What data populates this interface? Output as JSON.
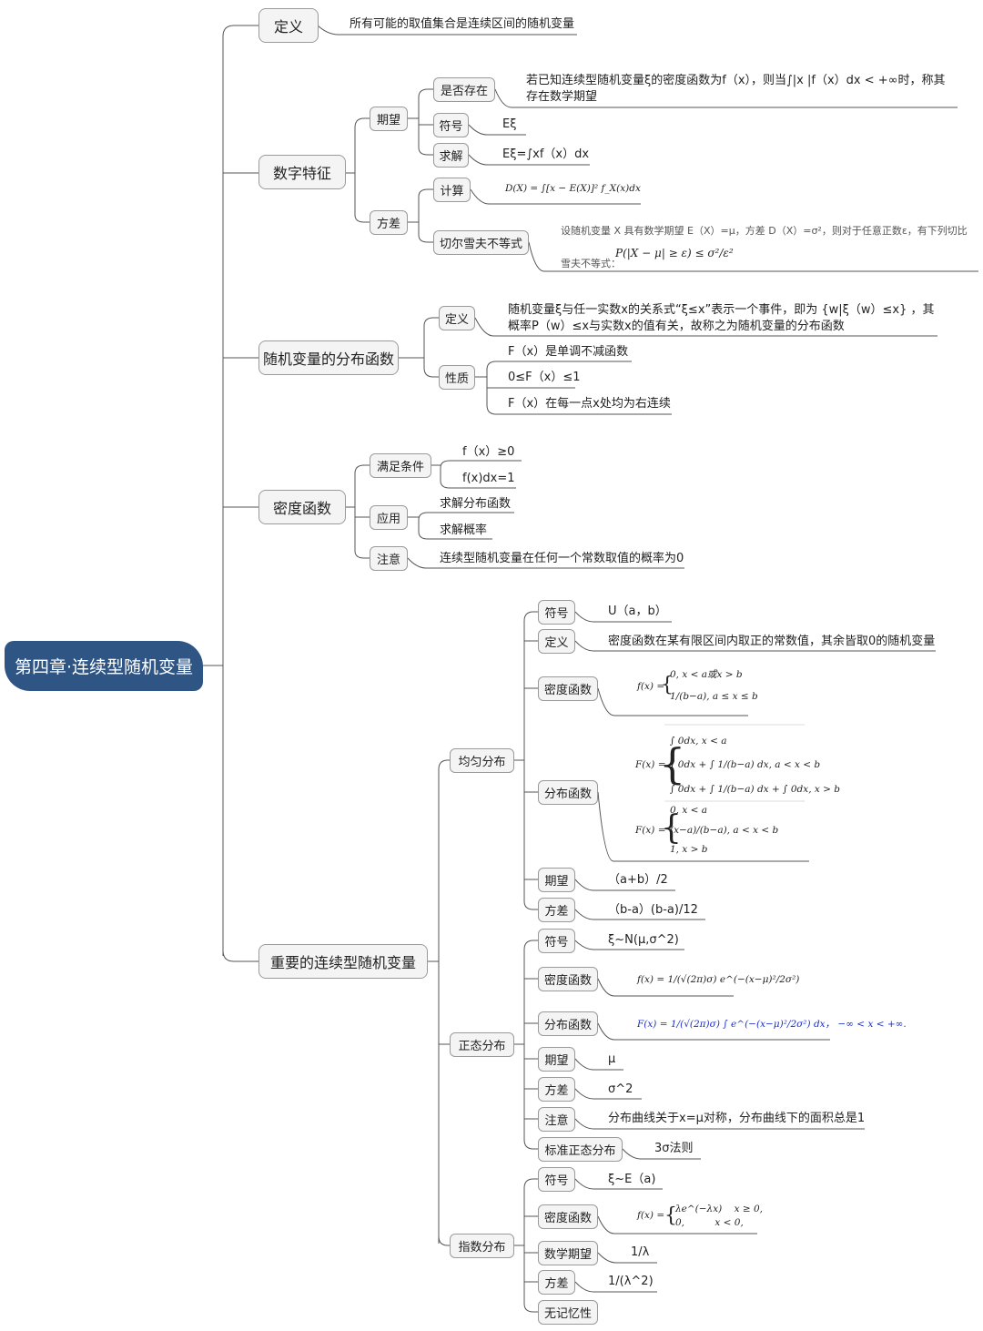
{
  "root": "第四章·连续型随机变量",
  "definition": {
    "label": "定义",
    "text": "所有可能的取值集合是连续区间的随机变量"
  },
  "numeric": {
    "label": "数字特征",
    "expectation": {
      "label": "期望",
      "exists_label": "是否存在",
      "exists_text": "若已知连续型随机变量ξ的密度函数为f（x），则当∫|x |f（x）dx < +∞时，称其存在数学期望",
      "symbol_label": "符号",
      "symbol_value": "Eξ",
      "solve_label": "求解",
      "solve_value": "Eξ=∫xf（x）dx"
    },
    "variance": {
      "label": "方差",
      "calc_label": "计算",
      "calc_formula": "D(X) = ∫[x − E(X)]² f_X(x)dx",
      "cheb_label": "切尔雪夫不等式",
      "cheb_text": "设随机变量 X 具有数学期望 E（X）=μ，方差 D（X）=σ²，则对于任意正数ε，有下列切比雪夫不等式：",
      "cheb_formula": "P(|X − μ| ≥ ε) ≤ σ²/ε²"
    }
  },
  "distfunc": {
    "label": "随机变量的分布函数",
    "def_label": "定义",
    "def_text": "随机变量ξ与任一实数x的关系式“ξ≤x”表示一个事件，即为 {w|ξ（w）≤x} ，其概率P（w）≤x与实数x的值有关，故称之为随机变量的分布函数",
    "prop_label": "性质",
    "props": [
      "F（x）是单调不减函数",
      "0≤F（x）≤1",
      "F（x）在每一点x处均为右连续"
    ]
  },
  "density": {
    "label": "密度函数",
    "cond_label": "满足条件",
    "conds": [
      "f（x）≥0",
      "f(x)dx=1"
    ],
    "app_label": "应用",
    "apps": [
      "求解分布函数",
      "求解概率"
    ],
    "note_label": "注意",
    "note": "连续型随机变量在任何一个常数取值的概率为0"
  },
  "important": {
    "label": "重要的连续型随机变量",
    "uniform": {
      "label": "均匀分布",
      "symbol_label": "符号",
      "symbol": "U（a，b）",
      "def_label": "定义",
      "def": "密度函数在某有限区间内取正的常数值，其余皆取0的随机变量",
      "pdf_label": "密度函数",
      "cdf_label": "分布函数",
      "mean_label": "期望",
      "mean": "（a+b）/2",
      "var_label": "方差",
      "var": "（b-a）(b-a)/12"
    },
    "normal": {
      "label": "正态分布",
      "symbol_label": "符号",
      "symbol": "ξ~N(μ,σ^2)",
      "pdf_label": "密度函数",
      "cdf_label": "分布函数",
      "mean_label": "期望",
      "mean": "μ",
      "var_label": "方差",
      "var": "σ^2",
      "note_label": "注意",
      "note": "分布曲线关于x=μ对称，分布曲线下的面积总是1",
      "std_label": "标准正态分布",
      "std": "3σ法则"
    },
    "exponential": {
      "label": "指数分布",
      "symbol_label": "符号",
      "symbol": "ξ~E（a)",
      "pdf_label": "密度函数",
      "mean_label": "数学期望",
      "mean": "1/λ",
      "var_label": "方差",
      "var": "1/(λ^2)",
      "memoryless_label": "无记忆性"
    }
  },
  "formulas": {
    "u_pdf_1": "0, x < a或x > b",
    "u_pdf_2": "1/(b−a), a ≤ x ≤ b",
    "u_cdf_1": "∫ 0dx, x < a",
    "u_cdf_2": "∫ 0dx + ∫ 1/(b−a) dx, a < x < b",
    "u_cdf_3": "∫ 0dx + ∫ 1/(b−a) dx + ∫ 0dx, x > b",
    "u_cdf_4": "0, x < a",
    "u_cdf_5": "(x−a)/(b−a), a < x < b",
    "u_cdf_6": "1, x > b",
    "n_pdf": "f(x) = 1/(√(2π)σ) e^(−(x−μ)²/2σ²)",
    "n_cdf": "F(x) = 1/(√(2π)σ) ∫ e^(−(x−μ)²/2σ²) dx，  −∞ < x < +∞.",
    "e_pdf_1": "λe^(−λx)    x ≥ 0,",
    "e_pdf_2": "0,          x < 0,"
  }
}
